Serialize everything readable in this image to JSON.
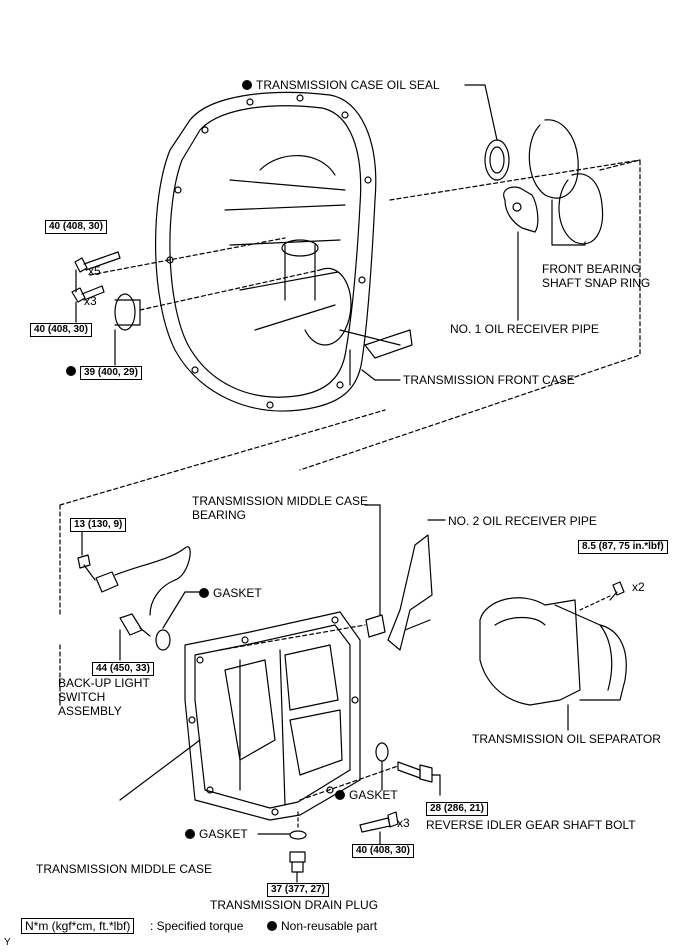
{
  "labels": {
    "case_oil_seal": "TRANSMISSION CASE OIL SEAL",
    "front_bearing_snap_ring": "FRONT BEARING SHAFT SNAP RING",
    "no1_oil_receiver_pipe": "NO. 1 OIL RECEIVER PIPE",
    "front_case": "TRANSMISSION FRONT CASE",
    "middle_case_bearing": "TRANSMISSION MIDDLE CASE BEARING",
    "no2_oil_receiver_pipe": "NO. 2 OIL RECEIVER PIPE",
    "gasket_1": "GASKET",
    "backup_light_switch": "BACK-UP LIGHT SWITCH ASSEMBLY",
    "oil_separator": "TRANSMISSION OIL SEPARATOR",
    "gasket_2": "GASKET",
    "reverse_idler_bolt": "REVERSE IDLER GEAR SHAFT BOLT",
    "gasket_3": "GASKET",
    "middle_case": "TRANSMISSION MIDDLE CASE",
    "drain_plug": "TRANSMISSION DRAIN PLUG"
  },
  "torques": {
    "t_bolt_x5": "40 (408, 30)",
    "t_bolt_x3_front": "40 (408, 30)",
    "t_plug_front": "39 (400, 29)",
    "t_switch_bolt": "13 (130, 9)",
    "t_switch": "44 (450, 33)",
    "t_separator_bolt": "8.5 (87, 75 in.*lbf)",
    "t_reverse_idler": "28 (286, 21)",
    "t_bolt_x3_middle": "40 (408, 30)",
    "t_drain_plug": "37 (377, 27)"
  },
  "quantities": {
    "q_x5": "x5",
    "q_x3_front": "x3",
    "q_x2": "x2",
    "q_x3_middle": "x3"
  },
  "legend": {
    "unit_box": "N*m (kgf*cm, ft.*lbf)",
    "specified_torque": ": Specified torque",
    "non_reusable": "Non-reusable part"
  },
  "corner_mark": "Y"
}
